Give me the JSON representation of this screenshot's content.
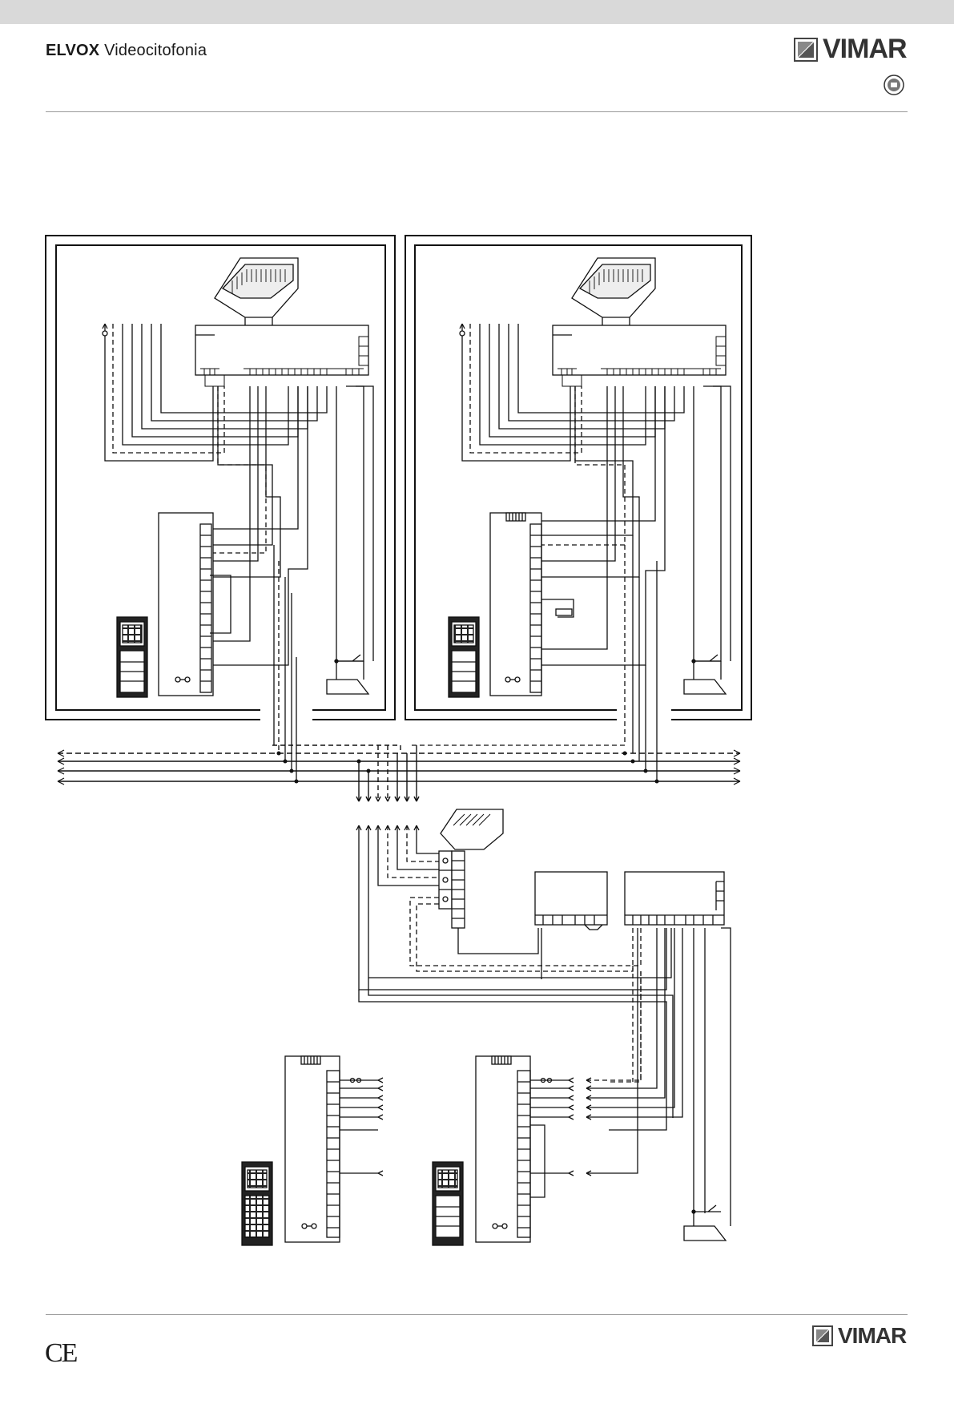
{
  "header": {
    "brand_bold": "ELVOX",
    "brand_rest": " Videocitofonia",
    "logo_text": "VIMAR"
  },
  "footer": {
    "ce_mark": "CE",
    "logo_text": "VIMAR"
  }
}
